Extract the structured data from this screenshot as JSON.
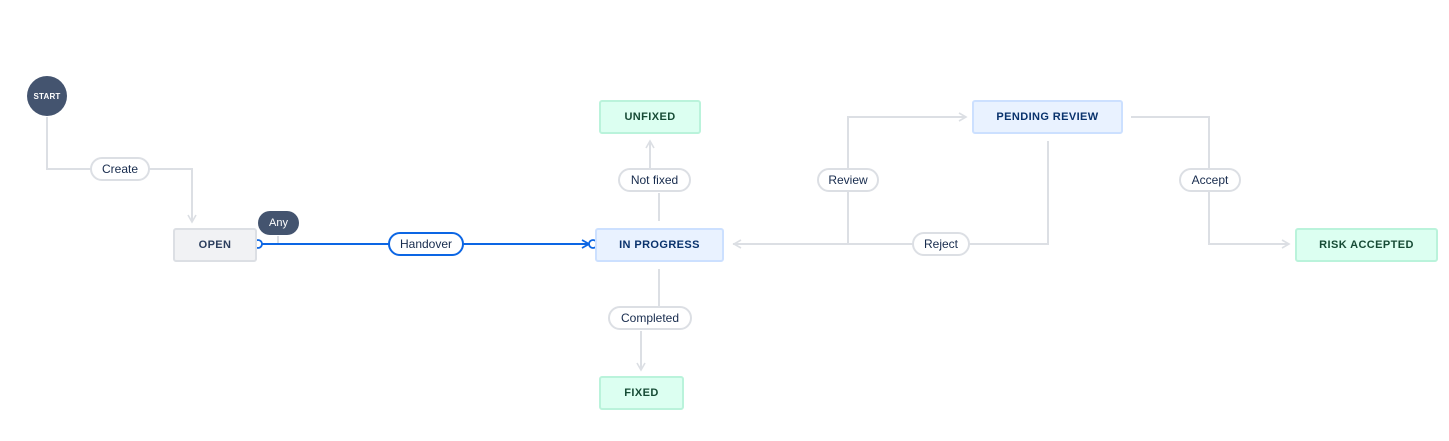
{
  "start": {
    "label": "START"
  },
  "statuses": {
    "open": "OPEN",
    "unfixed": "UNFIXED",
    "in_progress": "IN PROGRESS",
    "pending_review": "PENDING REVIEW",
    "risk_accepted": "RISK ACCEPTED",
    "fixed": "FIXED"
  },
  "transitions": {
    "create": "Create",
    "any": "Any",
    "handover": "Handover",
    "not_fixed": "Not fixed",
    "review": "Review",
    "reject": "Reject",
    "accept": "Accept",
    "completed": "Completed"
  },
  "colors": {
    "connector": "#dcdfe4",
    "active_connector": "#0c66e4",
    "start_fill": "#44546f"
  }
}
